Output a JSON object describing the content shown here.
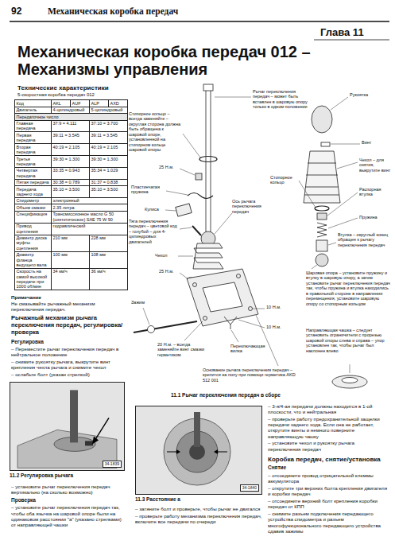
{
  "diagram": {
    "title": "Механическая коробка передач 012 – Механизмы управления",
    "nodes": [
      {
        "text": [
          "11.2 Регулировка рычага"
        ]
      },
      {
        "text": [
          "34-1839"
        ],
        "in": 0
      },
      {
        "text": [
          "11.3 Расстояние а"
        ]
      },
      {
        "text": [
          "34-1840"
        ],
        "in": 2
      }
    ],
    "labels": [
      "92",
      "Механическая коробка передач",
      "Глава 11",
      "Технические характеристики",
      "5-скоростная коробка передач 012",
      "Код",
      "AKL",
      "AUF",
      "ALP",
      "AXD",
      "Двигатель",
      "4-цилиндровый",
      "5-цилиндровый",
      "Передаточное число",
      "Главная передача",
      "37:9 = 4.111",
      "37:10 = 3.700",
      "Первая передача",
      "39:11 = 3.545",
      "39:11 = 3.545",
      "Вторая передача",
      "40:19 = 2.105",
      "40:19 = 2.105",
      "Третья передача",
      "39:30 = 1.300",
      "39:30 = 1.300",
      "Четвертая передача",
      "33:35 = 0.943",
      "35:34 = 1.029",
      "Пятая передача",
      "30:38 = 0.789",
      "31:37 = 0.838",
      "Передача заднего хода",
      "35:10 = 3.500",
      "35:10 = 3.500",
      "Спидометр",
      "электронный",
      "Объем смазки",
      "2.35 литра",
      "Спецификация",
      "Трансмиссионное масло G 50 (синтетическое) SAE 75 W 90",
      "Привод сцепления",
      "гидравлический",
      "Диаметр диска муфты сцепления",
      "210 мм",
      "228 мм",
      "Диаметр фланца ведущего вала",
      "100 мм",
      "108 мм",
      "Скорость на самой высокой передаче при 1000 об/мин",
      "34 км/ч",
      "36 км/ч",
      "Примечание",
      "Не смазывайте рычажный механизм переключения передач.",
      "Рычажный механизм рычага переключения передач, регулировка/проверка",
      "Регулировка",
      "– Переместите рычаг переключения передач в нейтральное положение",
      "– снимите рукоятку рычага, выкрутите винт крепления чехла рычага и снимите чехол",
      "– ослабьте болт (указан стрелкой)",
      "– установите рычаг переключения передач вертикально (на сколько возможно)",
      "Проверка",
      "– установите рычаг переключения передач так, чтобы оба язычка на шаровой опоре были на одинаковом расстоянии \"а\" (указано стрелками) от направляющей чашки",
      "Стопорное кольцо – всегда заменяйте – округлая сторона должна быть обращена к шаровой опоре, установленной на стопорном кольце шаровой опоры",
      "25 Н.м.",
      "Пластинчатая пружина",
      "Кулиса",
      "Тяга переключения передач – цветовой код – голубой – для 4-цилиндровых двигателей",
      "Ось рычага переключения передач",
      "Чехол",
      "25 Н.м.",
      "Зажим",
      "10 Н.м.",
      "10 Н.м.",
      "20 Н.м. – всегда заменяйте винт смазки герметиком",
      "Переключающая вилка",
      "Основание рычага переключения передач – крепится на полу при помощи герметика AKD 512 001",
      "Рычаг переключения передач – может быть вставлен в шаровую опору только в одном положении",
      "Рукоятка",
      "Винт",
      "Стопорное кольцо",
      "Чехол – для снятия, выкрутите винт",
      "Распорная втулка",
      "Пружина",
      "Втулка – округлый конец обращен к рычагу переключения передач",
      "Шаровая опора – установите пружину и втулку в шаровую опору, а затем установите рычаг переключения передач так, чтобы пружина и втулка находились в правильной стороне в направлении перемещения, установите шаровую опору со стопорным кольцом",
      "Направляющая чашка – следует установить ограничители с прорезью шаровой опоры слева и справа – упор установлен так, чтобы рычаг был наклонен влево",
      "11.1 Рычаг переключения передач в сборе",
      "– затяните болт и проверьте, чтобы рычаг не двигался",
      "– проверьте работу механизма переключения передач, включите все передачи по очереди",
      "– 3-я/4-ая передачи должны находится в 1-ой плоскости, что и нейтральная",
      "– проверьте работу предохранительной защелки передачи заднего хода. Если она не работает, открутите винты и немного поверните направляющую чашку",
      "– установите чехол и рукоятку рычага переключения передач",
      "Коробка передач, снятие/установка",
      "Снятие",
      "– отсоедините провод отрицательной клеммы аккумулятора",
      "– открутите три верхних болта крепления двигателя и коробки передач",
      "– отсоедините верхний болт крепления коробки передач от КПП",
      "– снимите разъем подключения передающего устройства спидометра и разъем многофункционального передающего устройства сдавив зажимы"
    ]
  }
}
